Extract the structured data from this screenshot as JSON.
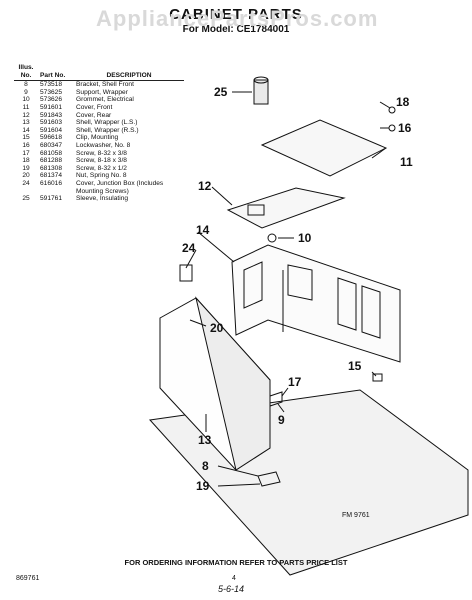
{
  "header": {
    "title": "CABINET PARTS",
    "subtitle": "For Model: CE1784001"
  },
  "watermark": "AppliancePartsPros.com",
  "parts_table": {
    "col_illus": "Illus. No.",
    "col_part": "Part No.",
    "col_desc": "DESCRIPTION",
    "rows": [
      {
        "illus": "8",
        "part": "573518",
        "desc": "Bracket, Shell Front"
      },
      {
        "illus": "9",
        "part": "573625",
        "desc": "Support, Wrapper"
      },
      {
        "illus": "10",
        "part": "573626",
        "desc": "Grommet, Electrical"
      },
      {
        "illus": "11",
        "part": "591601",
        "desc": "Cover, Front"
      },
      {
        "illus": "12",
        "part": "591843",
        "desc": "Cover, Rear"
      },
      {
        "illus": "13",
        "part": "591603",
        "desc": "Shell, Wrapper (L.S.)"
      },
      {
        "illus": "14",
        "part": "591604",
        "desc": "Shell, Wrapper (R.S.)"
      },
      {
        "illus": "15",
        "part": "596618",
        "desc": "Clip, Mounting"
      },
      {
        "illus": "16",
        "part": "680347",
        "desc": "Lockwasher, No. 8"
      },
      {
        "illus": "17",
        "part": "681058",
        "desc": "Screw, 8-32 x 3/8"
      },
      {
        "illus": "18",
        "part": "681288",
        "desc": "Screw, 8-18 x 3/8"
      },
      {
        "illus": "19",
        "part": "681308",
        "desc": "Screw, 8-32 x 1/2"
      },
      {
        "illus": "20",
        "part": "681374",
        "desc": "Nut, Spring No. 8"
      },
      {
        "illus": "24",
        "part": "616016",
        "desc": "Cover, Junction Box (Includes Mounting Screws)"
      },
      {
        "illus": "25",
        "part": "591761",
        "desc": "Sleeve, Insulating"
      }
    ]
  },
  "callouts": {
    "c25": "25",
    "c18": "18",
    "c16": "16",
    "c11": "11",
    "c12": "12",
    "c10": "10",
    "c14": "14",
    "c24": "24",
    "c20": "20",
    "c15": "15",
    "c17": "17",
    "c9": "9",
    "c13": "13",
    "c8": "8",
    "c19": "19"
  },
  "figure_ref": "FM 9761",
  "footer": {
    "ordering_note": "FOR ORDERING INFORMATION REFER TO PARTS PRICE LIST",
    "doc_number": "869761",
    "page_number": "4",
    "handwritten": "5-6-14"
  }
}
